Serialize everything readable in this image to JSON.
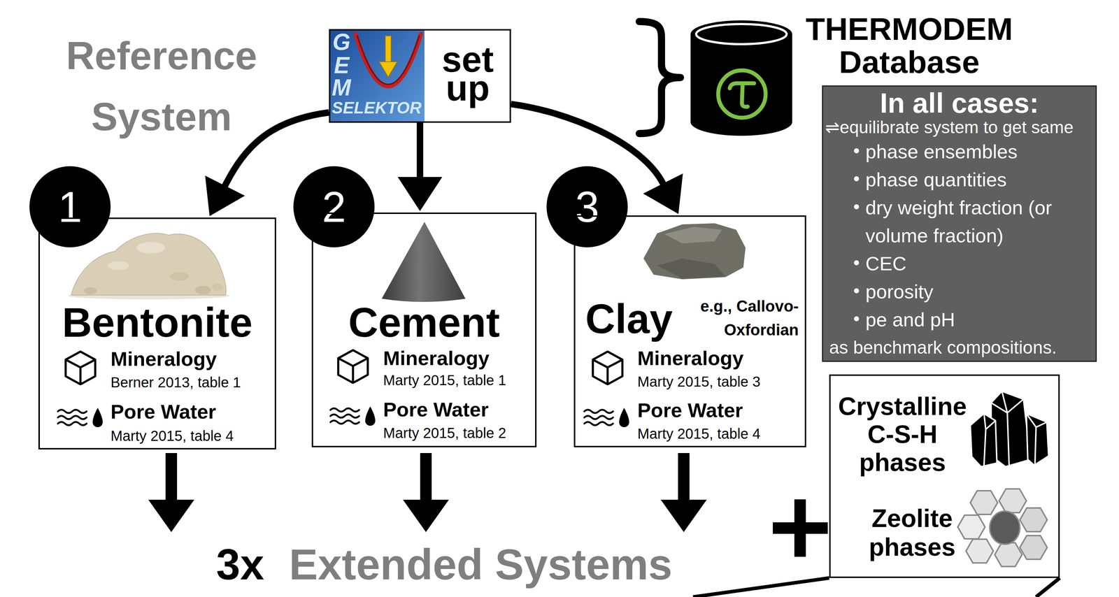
{
  "diagram": {
    "nodes": [
      {
        "text": [
          "set up"
        ]
      },
      {
        "text": [
          "1"
        ]
      },
      {
        "text": [
          "Bentonite",
          "Mineralogy",
          "Berner 2013, table 1",
          "Pore Water",
          "Marty 2015, table 4"
        ]
      },
      {
        "text": [
          "2"
        ]
      },
      {
        "text": [
          "Cement",
          "Mineralogy",
          "Marty 2015, table 1",
          "Pore Water",
          "Marty 2015, table 2"
        ]
      },
      {
        "text": [
          "3"
        ]
      },
      {
        "text": [
          "Clay",
          "e.g., Callovo-Oxfordian",
          "Mineralogy",
          "Marty 2015, table 3",
          "Pore Water",
          "Marty 2015, table 4"
        ]
      },
      {
        "text": [
          "In all cases:",
          "⇌equilibrate system to get same",
          "phase ensembles",
          "phase quantities",
          "dry weight fraction (or volume fraction)",
          "CEC",
          "porosity",
          "pe and pH",
          "as benchmark compositions."
        ]
      },
      {
        "text": [
          "Crystalline C-S-H phases",
          "Zeolite phases"
        ]
      }
    ],
    "edges": [
      {
        "from": 0,
        "to": 2,
        "arrow": "to"
      },
      {
        "from": 0,
        "to": 4,
        "arrow": "to"
      },
      {
        "from": 0,
        "to": 6,
        "arrow": "to"
      }
    ],
    "labels": [
      "Reference System",
      "G",
      "E",
      "M",
      "SELEKTOR",
      "THERMODEM Database",
      "3x",
      "Extended Systems"
    ]
  }
}
